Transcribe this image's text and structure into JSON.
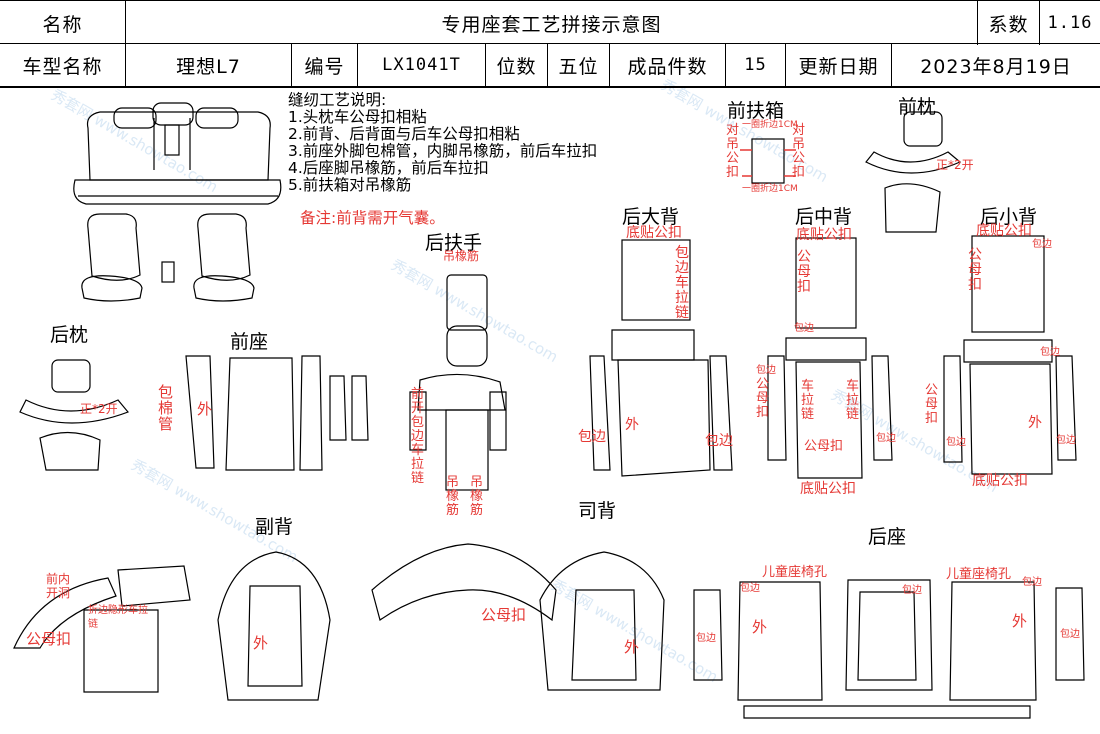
{
  "header": {
    "name_label": "名称",
    "title": "专用座套工艺拼接示意图",
    "coef_label": "系数",
    "coef_value": "1.16",
    "model_label": "车型名称",
    "model_value": "理想L7",
    "code_label": "编号",
    "code_value": "LX1041T",
    "seats_label": "位数",
    "seats_value": "五位",
    "pieces_label": "成品件数",
    "pieces_value": "15",
    "date_label": "更新日期",
    "date_value": "2023年8月19日"
  },
  "notes": {
    "heading": "缝纫工艺说明:",
    "items": [
      "1.头枕车公母扣相粘",
      "2.前背、后背面与后车公母扣相粘",
      "3.前座外脚包棉管，内脚吊橡筋，前后车拉扣",
      "4.后座脚吊橡筋，前后车拉扣",
      "5.前扶箱对吊橡筋"
    ],
    "remark": "备注:前背需开气囊。"
  },
  "sections": {
    "front_armbox": "前扶箱",
    "front_headrest": "前枕",
    "rear_back_big": "后大背",
    "rear_back_mid": "后中背",
    "rear_back_small": "后小背",
    "rear_armrest": "后扶手",
    "rear_headrest": "后枕",
    "front_seat": "前座",
    "passenger_back": "副背",
    "driver_back": "司背",
    "rear_seat": "后座"
  },
  "annotations": {
    "fold_1cm_top": "一圈折边1CM",
    "fold_1cm_bottom": "一圈折边1CM",
    "hang_left": "对吊公扣",
    "hang_right": "对吊公扣",
    "front_headrest_open": "正*2开",
    "rear_headrest_open": "正*2开",
    "elastic_top": "吊橡筋",
    "bottom_male": "底贴公扣",
    "edge_zip": "包边车拉链",
    "bind": "包边",
    "outer": "外",
    "cotton_tube": "包棉管",
    "front_open_zip": "前开包边车拉链",
    "hang_elastic": "吊橡筋",
    "male_buckle": "公母扣",
    "zip": "车拉链",
    "inner_hole": "前内开洞",
    "fold_hidden_zip": "折边隐形车拉链",
    "child_seat_hole": "儿童座椅孔"
  },
  "watermark": "秀套网 www.showtao.com",
  "colors": {
    "annotation": "#e53935",
    "line": "#000000",
    "watermark": "#bcd7ee"
  }
}
